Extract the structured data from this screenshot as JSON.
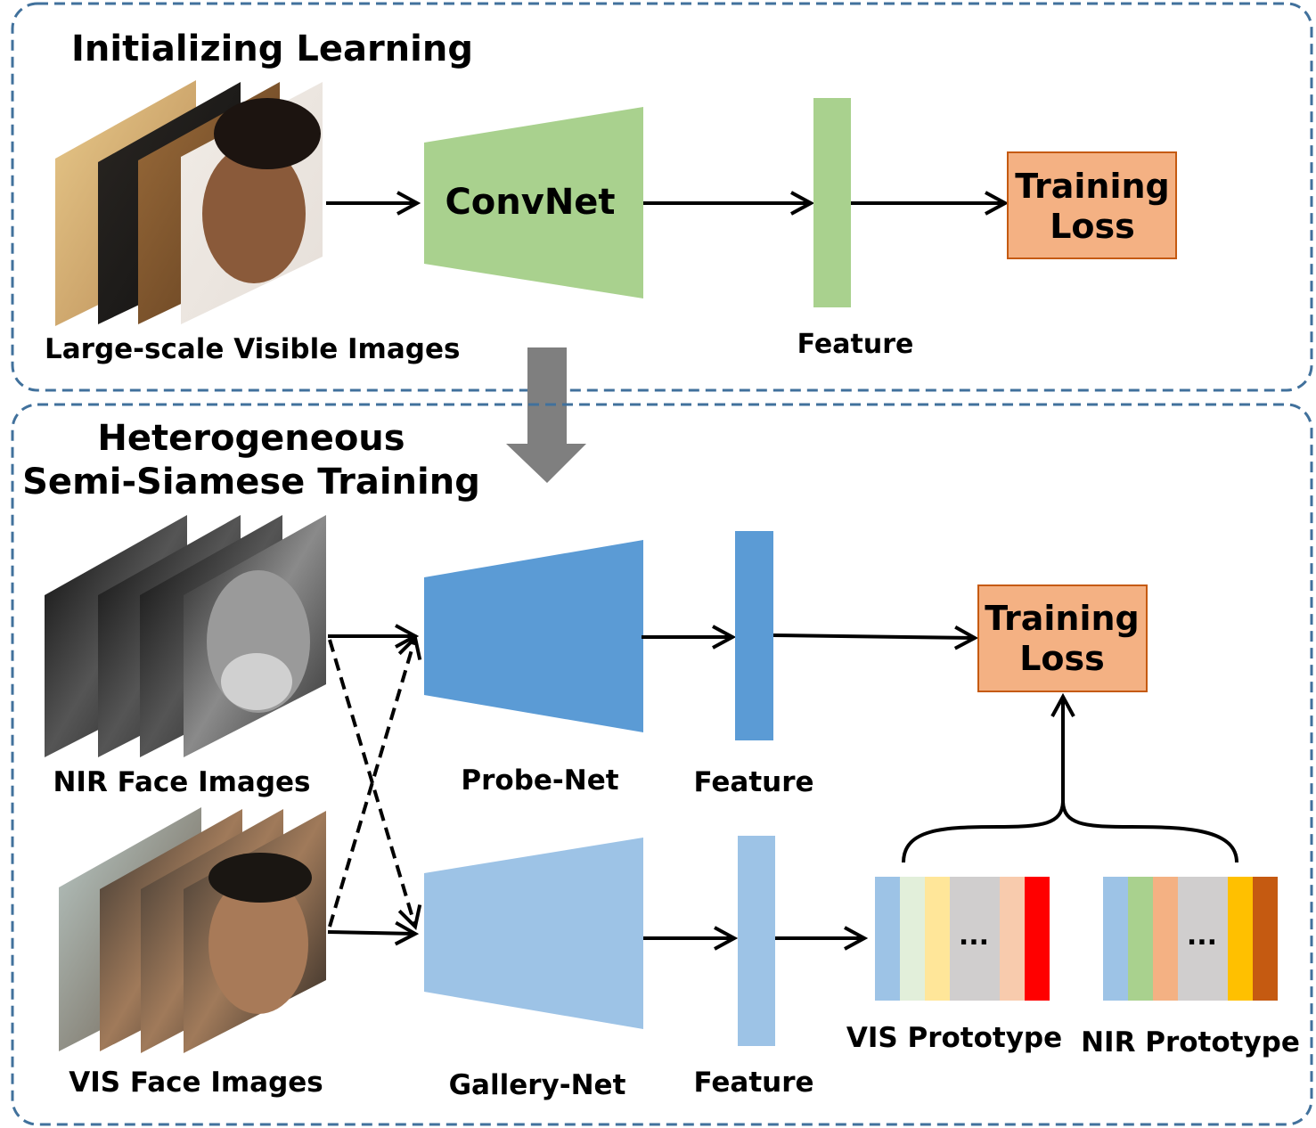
{
  "stage1": {
    "title": "Initializing Learning",
    "images_label": "Large-scale Visible Images",
    "net_label": "ConvNet",
    "feature_label": "Feature",
    "loss_label_line1": "Training",
    "loss_label_line2": "Loss"
  },
  "stage2": {
    "title_line1": "Heterogeneous",
    "title_line2": "Semi-Siamese Training",
    "nir_images_label": "NIR Face Images",
    "vis_images_label": "VIS Face Images",
    "probe_net_label": "Probe-Net",
    "gallery_net_label": "Gallery-Net",
    "probe_feature_label": "Feature",
    "gallery_feature_label": "Feature",
    "loss_label_line1": "Training",
    "loss_label_line2": "Loss",
    "vis_prototype_label": "VIS Prototype",
    "nir_prototype_label": "NIR Prototype",
    "ellipsis": "..."
  },
  "colors": {
    "box_border": "#41719C",
    "convnet_green": "#A9D18E",
    "probe_blue": "#5B9BD5",
    "gallery_blue": "#9DC3E6",
    "loss_fill": "#F4B183",
    "loss_border": "#C55A11",
    "flow_arrow_gray": "#7F7F7F",
    "vis_prototype_colors": [
      "#9DC3E6",
      "#E2EFDA",
      "#FFE699",
      "#D0CECE",
      "#F8CBAD",
      "#FF0000"
    ],
    "nir_prototype_colors": [
      "#9DC3E6",
      "#A9D18E",
      "#F4B183",
      "#D0CECE",
      "#FFC000",
      "#C55A11"
    ]
  }
}
